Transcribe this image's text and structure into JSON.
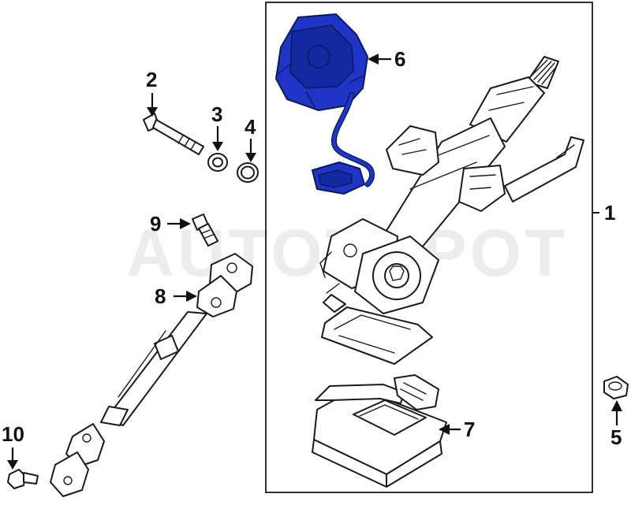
{
  "watermark": "AUTOTOPOT",
  "callouts": [
    "1",
    "2",
    "3",
    "4",
    "5",
    "6",
    "7",
    "8",
    "9",
    "10"
  ],
  "colors": {
    "highlight": "#1e35c8",
    "line": "#1a1a1a",
    "background": "#ffffff"
  },
  "parts": [
    {
      "name": "steering-column-assembly",
      "callout": "1"
    },
    {
      "name": "bolt",
      "callout": "2"
    },
    {
      "name": "washer",
      "callout": "3"
    },
    {
      "name": "o-ring",
      "callout": "4"
    },
    {
      "name": "nut",
      "callout": "5"
    },
    {
      "name": "sensor-with-harness",
      "callout": "6",
      "highlighted": true
    },
    {
      "name": "control-module",
      "callout": "7"
    },
    {
      "name": "intermediate-shaft",
      "callout": "8"
    },
    {
      "name": "bolt",
      "callout": "9"
    },
    {
      "name": "bolt",
      "callout": "10"
    }
  ]
}
